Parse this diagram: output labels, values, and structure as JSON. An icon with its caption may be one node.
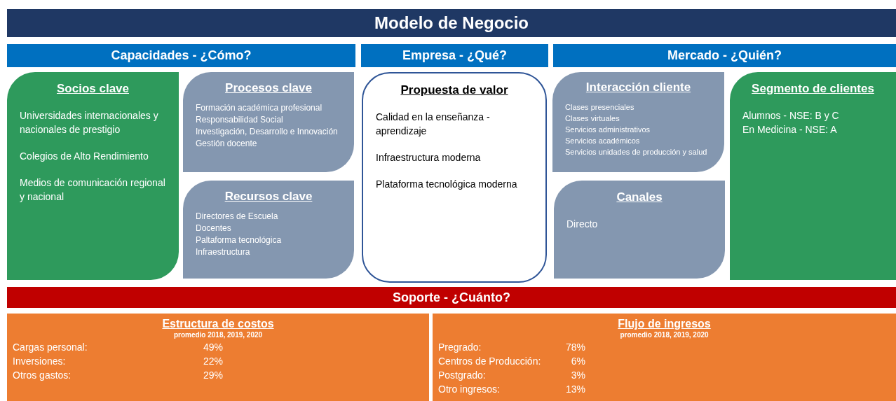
{
  "diagram": {
    "title": "Modelo de Negocio",
    "nodes": [
      {
        "text": [
          "Capacidades - ¿Cómo?"
        ]
      },
      {
        "text": [
          "Empresa - ¿Qué?"
        ]
      },
      {
        "text": [
          "Mercado - ¿Quién?"
        ]
      },
      {
        "text": [
          "Socios clave",
          "Universidades internacionales y nacionales de prestigio",
          "Colegios de Alto Rendimiento",
          "Medios de comunicación regional y nacional"
        ]
      },
      {
        "text": [
          "Procesos clave",
          "Formación académica profesional",
          "Responsabilidad Social",
          "Investigación, Desarrollo e Innovación",
          "Gestión docente"
        ]
      },
      {
        "text": [
          "Recursos clave",
          "Directores de Escuela",
          "Docentes",
          "Paltaforma tecnológica",
          "Infraestructura"
        ]
      },
      {
        "text": [
          "Propuesta de valor",
          "Calidad en la enseñanza - aprendizaje",
          "Infraestructura moderna",
          "Plataforma tecnológica moderna"
        ]
      },
      {
        "text": [
          "Interacción cliente",
          "Clases presenciales",
          "Clases virtuales",
          "Servicios administrativos",
          "Servicios académicos",
          "Servicios unidades de producción y salud"
        ]
      },
      {
        "text": [
          "Canales",
          "Directo"
        ]
      },
      {
        "text": [
          "Segmento de clientes",
          "Alumnos - NSE: B y C",
          "En Medicina - NSE: A"
        ]
      },
      {
        "text": [
          "Soporte - ¿Cuánto?"
        ]
      },
      {
        "text": [
          "Estructura de costos",
          "promedio 2018, 2019, 2020",
          "Cargas personal:",
          "49%",
          "Inversiones:",
          "22%",
          "Otros gastos:",
          "29%"
        ]
      },
      {
        "text": [
          "Flujo de ingresos",
          "promedio 2018, 2019, 2020",
          "Pregrado:",
          "78%",
          "Centros de Producción:",
          "6%",
          "Postgrado:",
          "3%",
          "Otro ingresos:",
          "13%"
        ]
      }
    ]
  }
}
